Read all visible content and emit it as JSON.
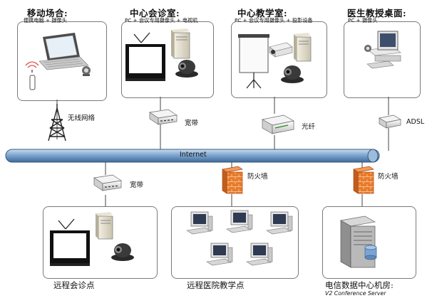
{
  "backbone": {
    "label": "Internet"
  },
  "sites": [
    {
      "title": "移动场合:",
      "subtitle": "便携电脑 + 摄像头"
    },
    {
      "title": "中心会诊室:",
      "subtitle": "PC + 会议专用摄像头 + 电视机"
    },
    {
      "title": "中心教学室:",
      "subtitle": "PC + 会议专用摄像头 + 投影设备"
    },
    {
      "title": "医生教授桌面:",
      "subtitle": "PC + 摄像头"
    }
  ],
  "links_top": [
    {
      "label": "无线网络"
    },
    {
      "label": "宽带"
    },
    {
      "label": "光纤"
    },
    {
      "label": "ADSL"
    }
  ],
  "links_bottom": [
    {
      "label": "宽带"
    },
    {
      "label": "防火墙"
    },
    {
      "label": "防火墙"
    }
  ],
  "bottom_sites": [
    {
      "label": "远程会诊点"
    },
    {
      "label": "远程医院教学点"
    },
    {
      "label": "电信数据中心机房:",
      "sublabel": "V2 Conference Server"
    }
  ],
  "colors": {
    "pipe": "#5f86b3",
    "firewall": "#e87a2a",
    "outline": "#7a7a7a"
  }
}
